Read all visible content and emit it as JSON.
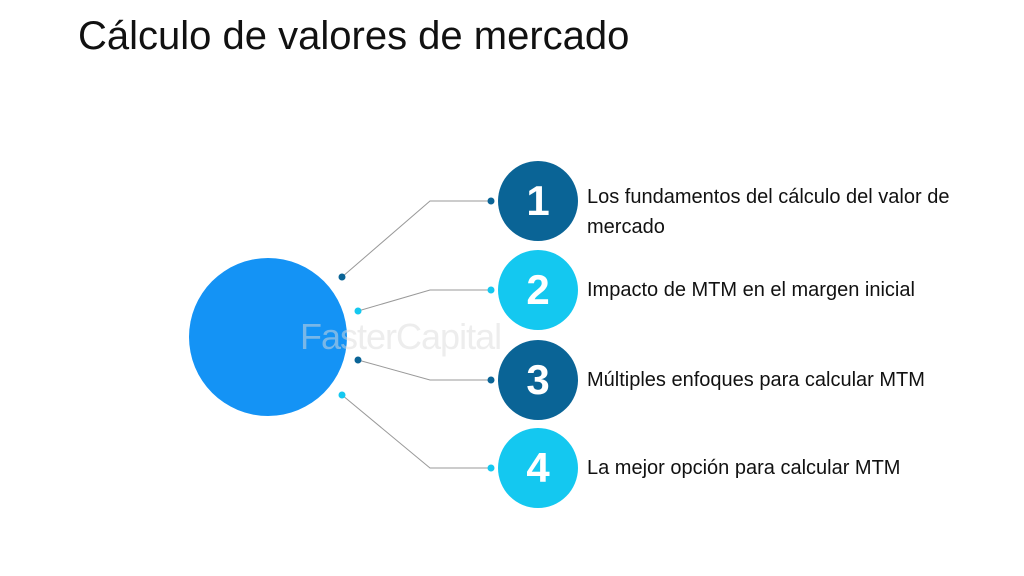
{
  "title": "Cálculo de valores de mercado",
  "watermark": "FasterCapital",
  "colors": {
    "center": "#1493f5",
    "dark": "#0a6496",
    "light": "#14c8f0"
  },
  "items": [
    {
      "number": "1",
      "label": "Los fundamentos del cálculo del valor de mercado",
      "tone": "dark"
    },
    {
      "number": "2",
      "label": "Impacto de MTM en el margen inicial",
      "tone": "light"
    },
    {
      "number": "3",
      "label": "Múltiples enfoques para calcular MTM",
      "tone": "dark"
    },
    {
      "number": "4",
      "label": "La mejor opción para calcular MTM",
      "tone": "light"
    }
  ]
}
